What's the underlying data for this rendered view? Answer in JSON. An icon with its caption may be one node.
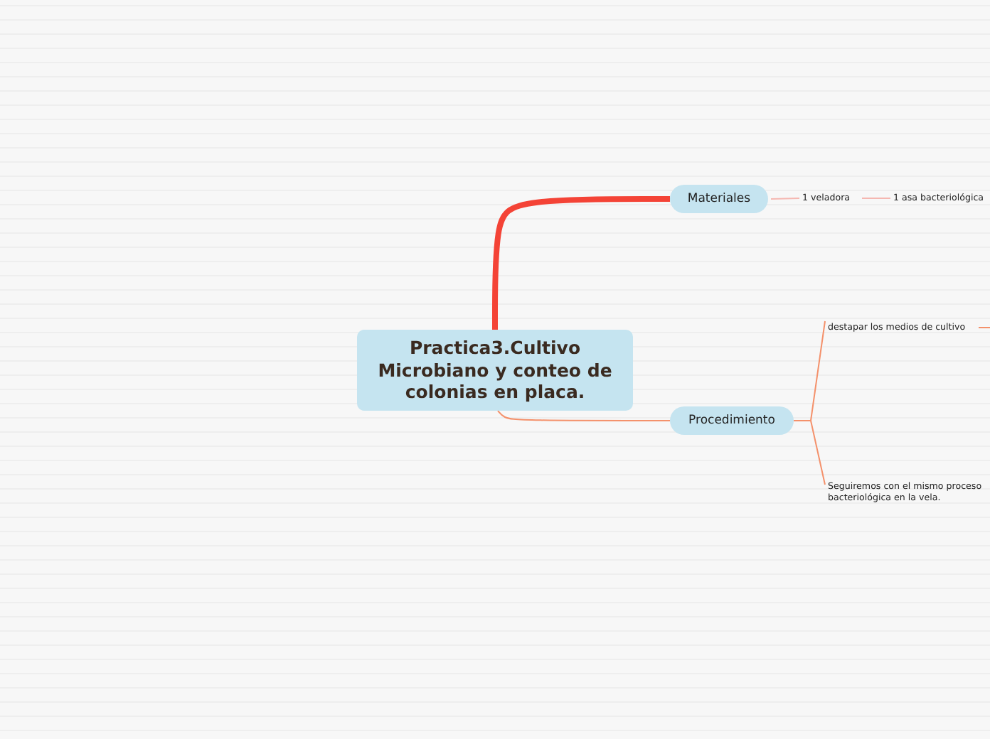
{
  "diagram": {
    "nodes": [
      {
        "text": [
          "Practica3.Cultivo Microbiano y conteo de colonias en placa."
        ]
      },
      {
        "text": [
          "Materiales"
        ]
      },
      {
        "text": [
          "1 veladora"
        ]
      },
      {
        "text": [
          "1 asa bacteriológica"
        ]
      },
      {
        "text": [
          "Procedimiento"
        ]
      },
      {
        "text": [
          "destapar los medios de cultivo"
        ]
      },
      {
        "text": [
          "Seguiremos con el mismo proceso bacteriológica en la vela."
        ]
      }
    ],
    "edges": [
      {
        "from": 0,
        "to": 1,
        "arrow": "none",
        "style": "thick",
        "color": "#f44336"
      },
      {
        "from": 0,
        "to": 4,
        "arrow": "none"
      },
      {
        "from": 1,
        "to": 2,
        "arrow": "none",
        "color": "#f5b7b1"
      },
      {
        "from": 2,
        "to": 3,
        "arrow": "none",
        "color": "#f5b7b1"
      },
      {
        "from": 4,
        "to": 5,
        "arrow": "none"
      },
      {
        "from": 4,
        "to": 6,
        "arrow": "none"
      },
      {
        "from": 5,
        "to": null,
        "arrow": "none"
      }
    ]
  }
}
